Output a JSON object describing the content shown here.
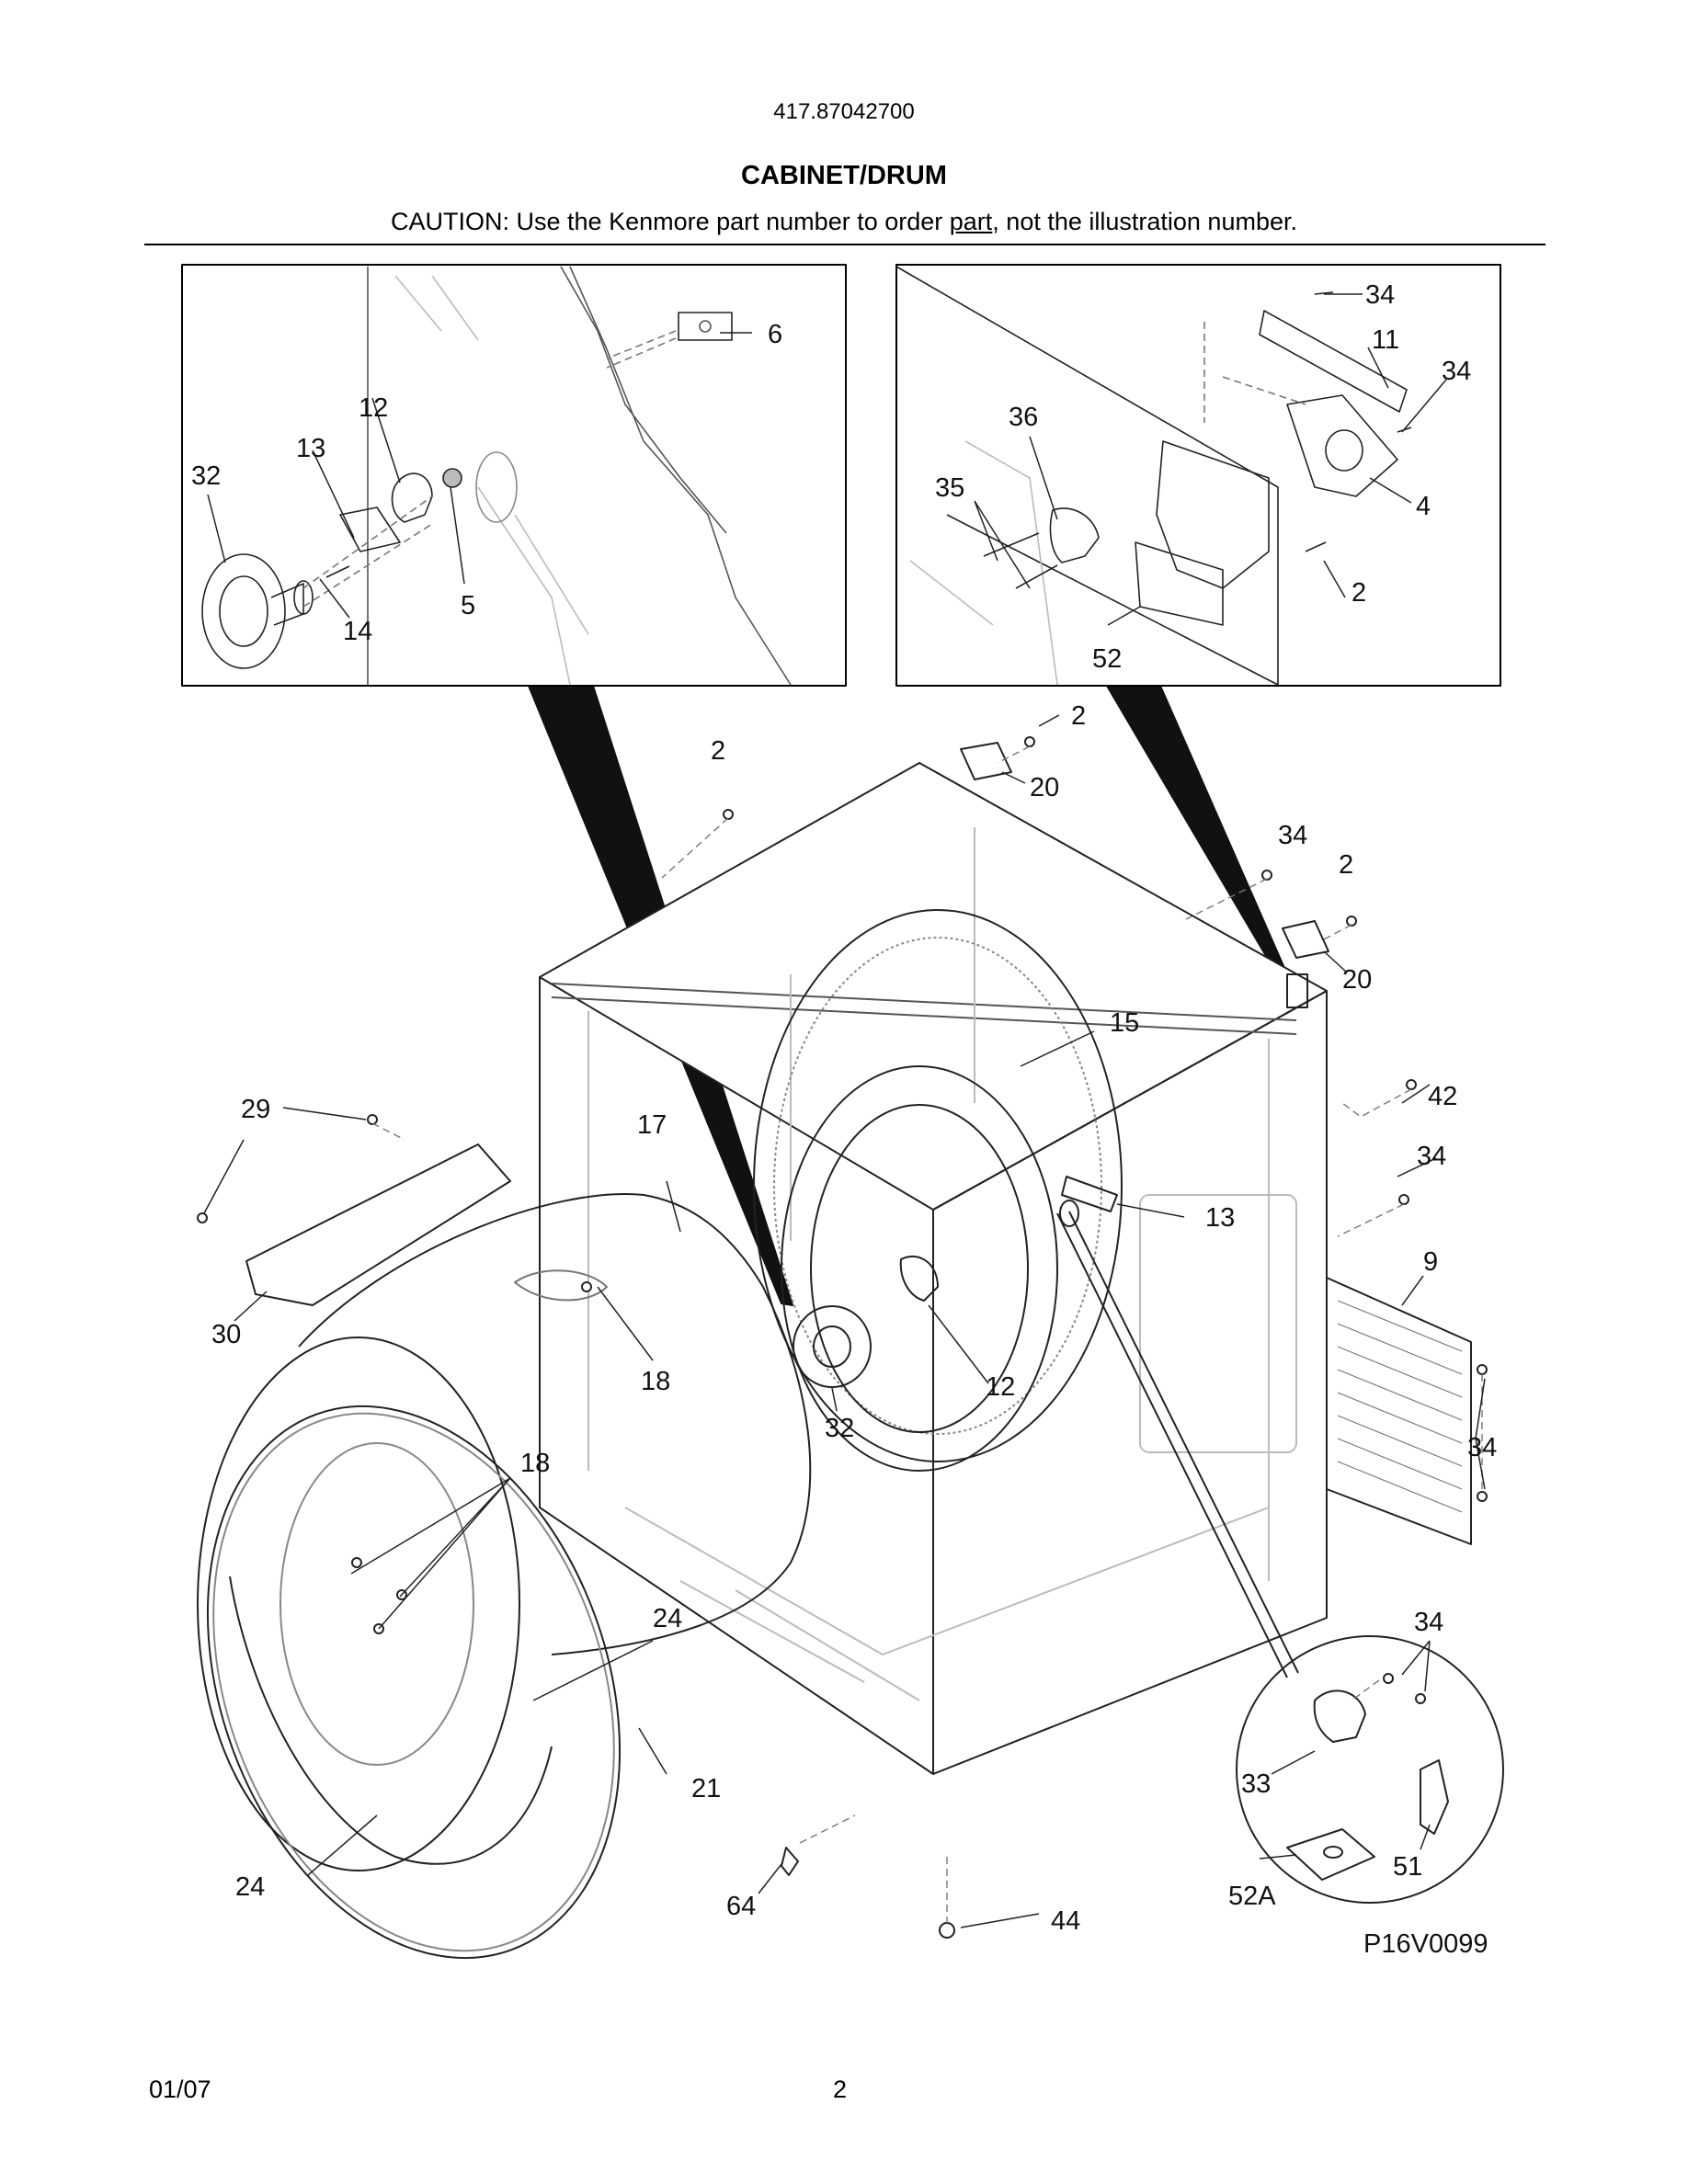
{
  "header": {
    "model_number": "417.87042700",
    "title": "CABINET/DRUM",
    "caution_before": "CAUTION: Use the Kenmore part number to order ",
    "caution_link": "part",
    "caution_after": ", not the illustration number."
  },
  "callouts": {
    "c2a": "2",
    "c2b": "2",
    "c2c": "2",
    "c2d": "2",
    "c4": "4",
    "c5": "5",
    "c6": "6",
    "c9": "9",
    "c11": "11",
    "c12a": "12",
    "c12b": "12",
    "c13a": "13",
    "c13b": "13",
    "c14": "14",
    "c15": "15",
    "c17": "17",
    "c18a": "18",
    "c18b": "18",
    "c20a": "20",
    "c20b": "20",
    "c21": "21",
    "c24a": "24",
    "c24b": "24",
    "c29": "29",
    "c30": "30",
    "c32a": "32",
    "c32b": "32",
    "c33": "33",
    "c34a": "34",
    "c34b": "34",
    "c34c": "34",
    "c34d": "34",
    "c34e": "34",
    "c34f": "34",
    "c35": "35",
    "c36": "36",
    "c42": "42",
    "c44": "44",
    "c51": "51",
    "c52": "52",
    "c52a": "52A",
    "c64": "64"
  },
  "figure_code": "P16V0099",
  "footer": {
    "date": "01/07",
    "page": "2"
  }
}
